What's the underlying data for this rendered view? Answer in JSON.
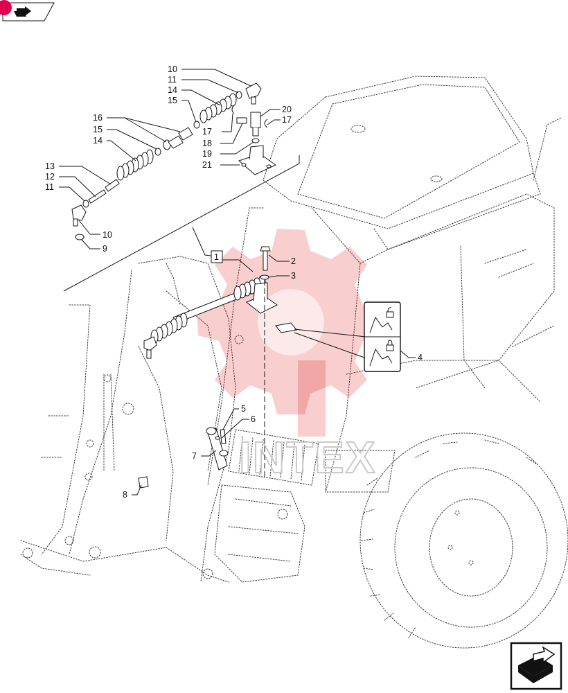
{
  "diagram": {
    "watermark_text": "INTEX",
    "reference_box_label": "1",
    "callouts": [
      "10",
      "11",
      "14",
      "15",
      "16",
      "15",
      "14",
      "13",
      "12",
      "11",
      "10",
      "9",
      "17",
      "18",
      "19",
      "20",
      "17",
      "21",
      "2",
      "3",
      "4",
      "5",
      "6",
      "7",
      "8"
    ]
  },
  "colors": {
    "line": "#111111",
    "watermark_red": "#e01e1e",
    "nav_badge": "#e0004d"
  },
  "icons": {
    "top_nav": "page-arrow-icon",
    "bottom_nav": "next-page-arrow-icon"
  }
}
